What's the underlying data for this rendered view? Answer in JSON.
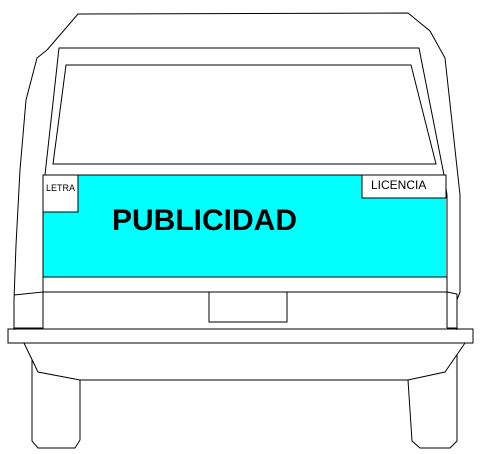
{
  "vehicle_rear_view": {
    "ad_panel": {
      "text": "PUBLICIDAD",
      "color": "#00ffff"
    },
    "letter_box": {
      "text": "LETRA"
    },
    "license_box": {
      "text": "LICENCIA"
    },
    "colors": {
      "outline": "#000000",
      "background": "#ffffff"
    }
  }
}
